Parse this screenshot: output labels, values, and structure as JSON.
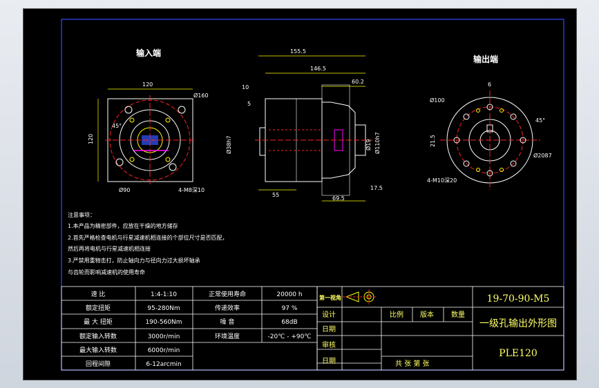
{
  "views": {
    "input_title": "输入端",
    "output_title": "输出端"
  },
  "dims": {
    "in_w": "120",
    "in_circle": "Ø160",
    "in_h": "120",
    "in_angle": "45°",
    "in_bore": "Ø90",
    "in_holes": "4-M8深10",
    "len_total": "155.5",
    "len_body": "146.5",
    "len_out": "60.2",
    "len_10": "10",
    "len_5": "5",
    "dia_left": "Ø38h7",
    "dia_right": "Ø110h7",
    "dia_shaft": "Ø19",
    "len_55": "55",
    "len_695": "69.5",
    "len_175": "17.5",
    "out_key": "6",
    "out_pcd": "Ø100",
    "out_angle": "45°",
    "out_keyh": "21.5",
    "out_bolt": "Ø2087",
    "out_holes": "4-M10深20"
  },
  "notes": {
    "title": "注意事项：",
    "lines": [
      "1.本产品为精密部件，应放在干燥的地方储存",
      "2.首先严格检查电机与行星减速机相连接的个部位尺寸是否匹配，",
      "  然后再将电机与行星减速机相连接",
      "3.严禁用重物击打，防止轴向力与径向力过大损坏轴承",
      "  与齿轮而影响减速机的使用寿命"
    ]
  },
  "spec_table": {
    "rows": [
      [
        "速 比",
        "1:4-1:10",
        "正常使用寿命",
        "20000 h"
      ],
      [
        "额定扭矩",
        "95-280Nm",
        "传递效率",
        "97 %"
      ],
      [
        "最 大 扭矩",
        "190-560Nm",
        "噪 音",
        "68dB"
      ],
      [
        "额定输入转数",
        "3000r/min",
        "环境温度",
        "-20℃ - +90℃"
      ],
      [
        "最大输入转数",
        "6000r/min",
        "",
        ""
      ],
      [
        "回程间隙",
        "6-12arcmin",
        "",
        ""
      ]
    ]
  },
  "title_block": {
    "projection": "第一视角",
    "design": "设计",
    "date1": "日期",
    "review": "审核",
    "date2": "日期",
    "scale": "比例",
    "version": "版本",
    "quantity": "数量",
    "sheets": "共  张  第  张",
    "code": "19-70-90-M5",
    "name": "一级孔输出外形图",
    "model": "PLE120"
  },
  "colors": {
    "frame": "#0000ff",
    "outline": "#ffffff",
    "center": "#ff0000",
    "dimension": "#ffff00",
    "accent": "#ff00ff",
    "hole": "#00ff00"
  }
}
